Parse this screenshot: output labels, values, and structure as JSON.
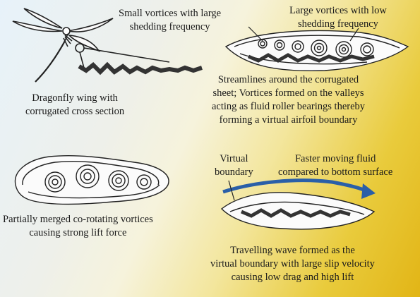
{
  "labels": {
    "small_vortices": [
      "Small vortices with large",
      "shedding frequency"
    ],
    "large_vortices": [
      "Large vortices with low",
      "shedding frequency"
    ],
    "streamlines": [
      "Streamlines around the corrugated",
      "sheet; Vortices formed on the valleys",
      "acting as fluid roller bearings thereby",
      "forming a virtual airfoil boundary"
    ],
    "dragonfly": [
      "Dragonfly wing with",
      "corrugated  cross section"
    ],
    "merged": [
      "Partially merged co-rotating vortices",
      "causing strong lift force"
    ],
    "virtual_boundary": [
      "Virtual",
      "boundary"
    ],
    "faster_fluid": [
      "Faster moving fluid",
      "compared to bottom surface"
    ],
    "travelling_wave": [
      "Travelling wave formed as the",
      "virtual boundary with large slip velocity",
      "causing low drag and high lift"
    ]
  },
  "colors": {
    "ink": "#1a1a1a",
    "arrow_blue": "#2a5fa8",
    "background_yellow": "#e2b516",
    "background_light": "#e7f2fa"
  }
}
